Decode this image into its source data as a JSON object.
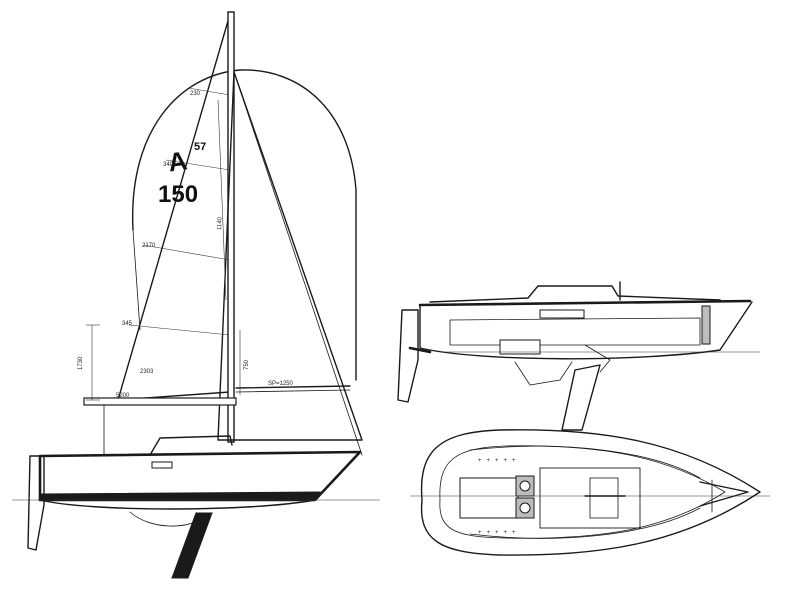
{
  "sail": {
    "class_letter": "A",
    "class_number": "57",
    "sail_number": "150"
  },
  "dimensions": {
    "head": "230",
    "upper": "1140",
    "mid_upper": "2170",
    "mid": "340",
    "lower": "345",
    "foot": "5200",
    "vertical_left": "1730",
    "clew": "2303",
    "boom_label": "5200",
    "mast_right": "750",
    "spin": "SP=1250"
  }
}
